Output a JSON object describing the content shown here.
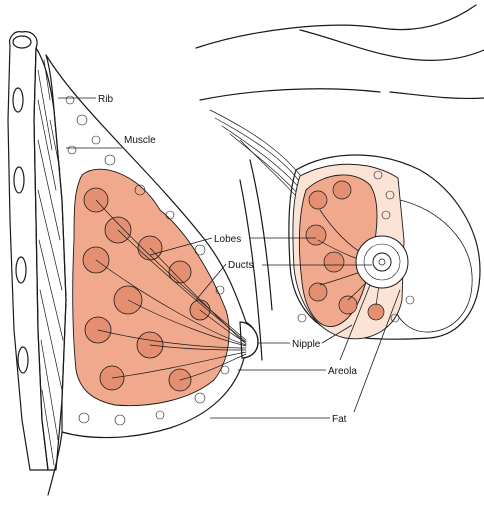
{
  "colors": {
    "gland": "#f0a98c",
    "gland_dark": "#e58f72",
    "fat": "#fbe3d6",
    "skin": "#ffffff",
    "ink": "#1a1a1a"
  },
  "labels": {
    "rib": "Rib",
    "muscle": "Muscle",
    "lobes": "Lobes",
    "ducts": "Ducts",
    "nipple": "Nipple",
    "areola": "Areola",
    "fat": "Fat"
  }
}
